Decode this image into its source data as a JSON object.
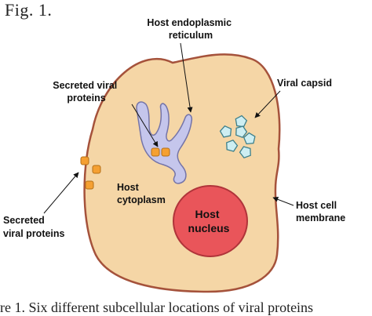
{
  "figure": {
    "label": "Fig. 1.",
    "caption": "re 1.   Six different  subcellular locations of viral proteins"
  },
  "labels": {
    "er": [
      "Host endoplasmic",
      "reticulum"
    ],
    "secreted_inner": [
      "Secreted viral",
      "proteins"
    ],
    "capsid": [
      "Viral capsid"
    ],
    "cytoplasm": [
      "Host",
      "cytoplasm"
    ],
    "nucleus": [
      "Host",
      "nucleus"
    ],
    "membrane": [
      "Host cell",
      "membrane"
    ],
    "secreted_outer": [
      "Secreted",
      "viral proteins"
    ]
  },
  "colors": {
    "cell_fill": "#f5d6a6",
    "cell_stroke": "#a5523b",
    "nucleus_fill": "#e9555a",
    "nucleus_stroke": "#b0343a",
    "er_fill": "#c5c6ec",
    "er_stroke": "#7474a8",
    "protein_fill": "#f5a032",
    "protein_stroke": "#b46f16",
    "capsid_fill": "#cdeef2",
    "capsid_stroke": "#3d7f8a"
  }
}
